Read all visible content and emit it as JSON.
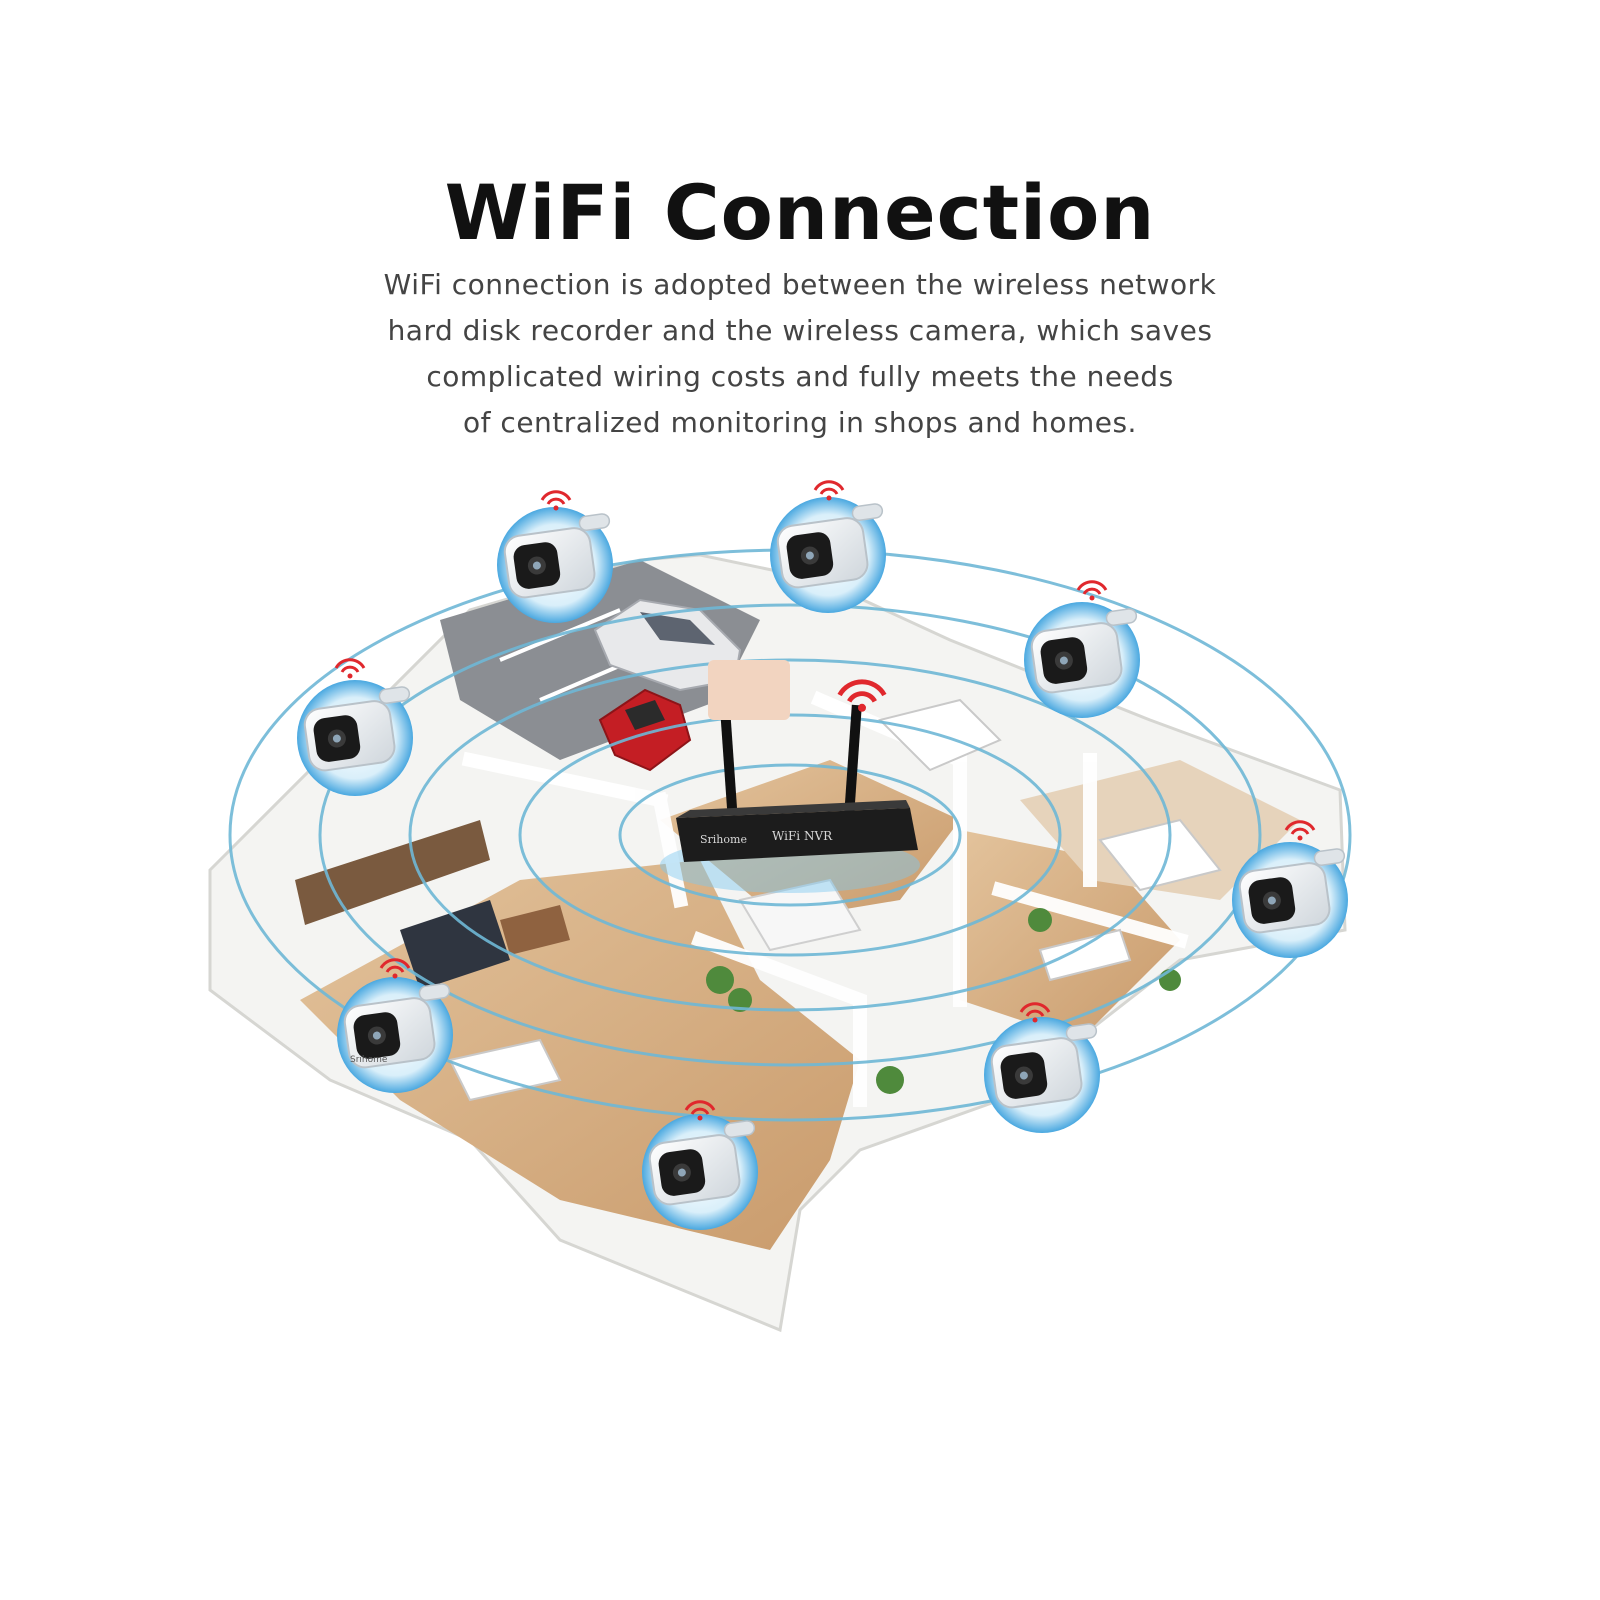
{
  "header": {
    "title": "WiFi Connection",
    "description_lines": [
      "WiFi connection is adopted between the wireless network",
      "hard disk recorder and the wireless camera, which saves",
      "complicated wiring costs and fully meets the needs",
      "of centralized monitoring in shops and homes."
    ]
  },
  "nvr": {
    "brand_label": "Srihome",
    "model_label": "WiFi NVR"
  },
  "camera": {
    "brand_label": "Srihome"
  },
  "colors": {
    "wifi_ring": "#6fb8d6",
    "wifi_signal": "#e0282d",
    "camera_halo": "#4aa8e0",
    "floor_wood": "#d9b48a",
    "wall": "#f4f4f2",
    "nvr_body": "#1c1c1c",
    "car_red": "#c41e24"
  },
  "icons": [
    "wifi-signal-icon",
    "camera-icon",
    "antenna-icon"
  ]
}
